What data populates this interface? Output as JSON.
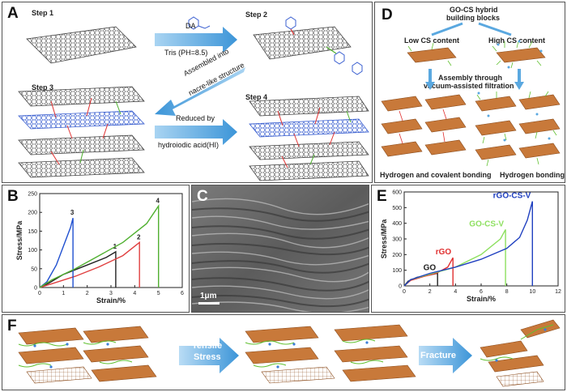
{
  "panelA": {
    "label": "A",
    "step1": "Step 1",
    "step2": "Step 2",
    "step3": "Step 3",
    "step4": "Step 4",
    "arrow1_top": "DA",
    "arrow1_bottom": "Tris (PH=8.5)",
    "arrow2_line1": "Assembled into",
    "arrow2_line2": "nacre-like structure",
    "arrow3_top": "Reduced by",
    "arrow3_bottom": "hydroiodic acid(HI)"
  },
  "panelD": {
    "label": "D",
    "title_line1": "GO-CS hybrid",
    "title_line2": "building blocks",
    "low": "Low CS content",
    "high": "High CS content",
    "assembly_line1": "Assembly through",
    "assembly_line2": "vacuum-assisted filtration",
    "bond_left": "Hydrogen and covalent bonding",
    "bond_right": "Hydrogen bonding"
  },
  "panelB": {
    "label": "B"
  },
  "panelC": {
    "label": "C",
    "scalebar": "1μm"
  },
  "panelE": {
    "label": "E"
  },
  "panelF": {
    "label": "F",
    "arrow1_line1": "Tensile",
    "arrow1_line2": "Stress",
    "arrow2": "Fracture"
  },
  "colors": {
    "blue_arrow": "#5aa8e0",
    "sheet": "#c8793a",
    "graphene": "#444444"
  },
  "chart_data": [
    {
      "type": "line",
      "panel": "B",
      "xlabel": "Strain/%",
      "ylabel": "Stress/MPa",
      "xlim": [
        0,
        6
      ],
      "ylim": [
        0,
        250
      ],
      "xticks": [
        0,
        1,
        2,
        3,
        4,
        5,
        6
      ],
      "yticks": [
        0,
        50,
        100,
        150,
        200,
        250
      ],
      "series": [
        {
          "name": "1",
          "color": "#222222",
          "x": [
            0,
            0.4,
            1.0,
            2.0,
            2.8,
            3.2,
            3.2
          ],
          "y": [
            0,
            12,
            35,
            60,
            80,
            95,
            0
          ]
        },
        {
          "name": "2",
          "color": "#e04040",
          "x": [
            0,
            0.5,
            1.5,
            2.5,
            3.5,
            4.2,
            4.2
          ],
          "y": [
            0,
            10,
            30,
            55,
            85,
            120,
            0
          ]
        },
        {
          "name": "3",
          "color": "#2050d0",
          "x": [
            0,
            0.3,
            0.7,
            1.0,
            1.3,
            1.4,
            1.4
          ],
          "y": [
            0,
            15,
            60,
            110,
            160,
            185,
            0
          ]
        },
        {
          "name": "4",
          "color": "#50b030",
          "x": [
            0,
            0.5,
            1.5,
            2.5,
            3.5,
            4.5,
            5.0,
            5.0
          ],
          "y": [
            0,
            20,
            50,
            85,
            120,
            170,
            217,
            0
          ]
        }
      ]
    },
    {
      "type": "line",
      "panel": "E",
      "xlabel": "Strain/%",
      "ylabel": "Stress/MPa",
      "xlim": [
        0,
        12
      ],
      "ylim": [
        0,
        600
      ],
      "xticks": [
        0,
        2,
        4,
        6,
        8,
        10,
        12
      ],
      "yticks": [
        0,
        100,
        200,
        300,
        400,
        500,
        600
      ],
      "series": [
        {
          "name": "GO",
          "color": "#222222",
          "x": [
            0,
            0.3,
            1.0,
            2.0,
            2.6,
            2.6
          ],
          "y": [
            0,
            30,
            55,
            70,
            80,
            0
          ]
        },
        {
          "name": "rGO",
          "color": "#e03030",
          "x": [
            0,
            0.5,
            1.5,
            2.5,
            3.4,
            3.8,
            3.8
          ],
          "y": [
            0,
            35,
            60,
            80,
            120,
            180,
            0
          ]
        },
        {
          "name": "GO-CS-V",
          "color": "#8ee060",
          "x": [
            0,
            0.5,
            2,
            4,
            6,
            7.5,
            7.9,
            7.9
          ],
          "y": [
            0,
            40,
            75,
            120,
            200,
            300,
            360,
            0
          ]
        },
        {
          "name": "rGO-CS-V",
          "color": "#2040c0",
          "x": [
            0,
            0.5,
            2,
            4,
            6,
            8,
            9,
            9.6,
            10.0,
            10.0
          ],
          "y": [
            0,
            40,
            80,
            120,
            170,
            240,
            310,
            420,
            540,
            0
          ]
        }
      ]
    }
  ]
}
